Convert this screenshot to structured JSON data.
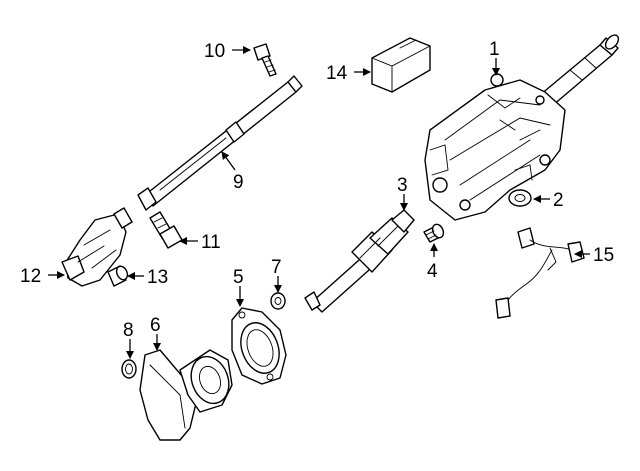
{
  "diagram": {
    "colors": {
      "line": "#000000",
      "fill": "#ffffff"
    },
    "callouts": [
      {
        "id": "callout-1",
        "label": "1"
      },
      {
        "id": "callout-2",
        "label": "2"
      },
      {
        "id": "callout-3",
        "label": "3"
      },
      {
        "id": "callout-4",
        "label": "4"
      },
      {
        "id": "callout-5",
        "label": "5"
      },
      {
        "id": "callout-6",
        "label": "6"
      },
      {
        "id": "callout-7",
        "label": "7"
      },
      {
        "id": "callout-8",
        "label": "8"
      },
      {
        "id": "callout-9",
        "label": "9"
      },
      {
        "id": "callout-10",
        "label": "10"
      },
      {
        "id": "callout-11",
        "label": "11"
      },
      {
        "id": "callout-12",
        "label": "12"
      },
      {
        "id": "callout-13",
        "label": "13"
      },
      {
        "id": "callout-14",
        "label": "14"
      },
      {
        "id": "callout-15",
        "label": "15"
      }
    ]
  }
}
